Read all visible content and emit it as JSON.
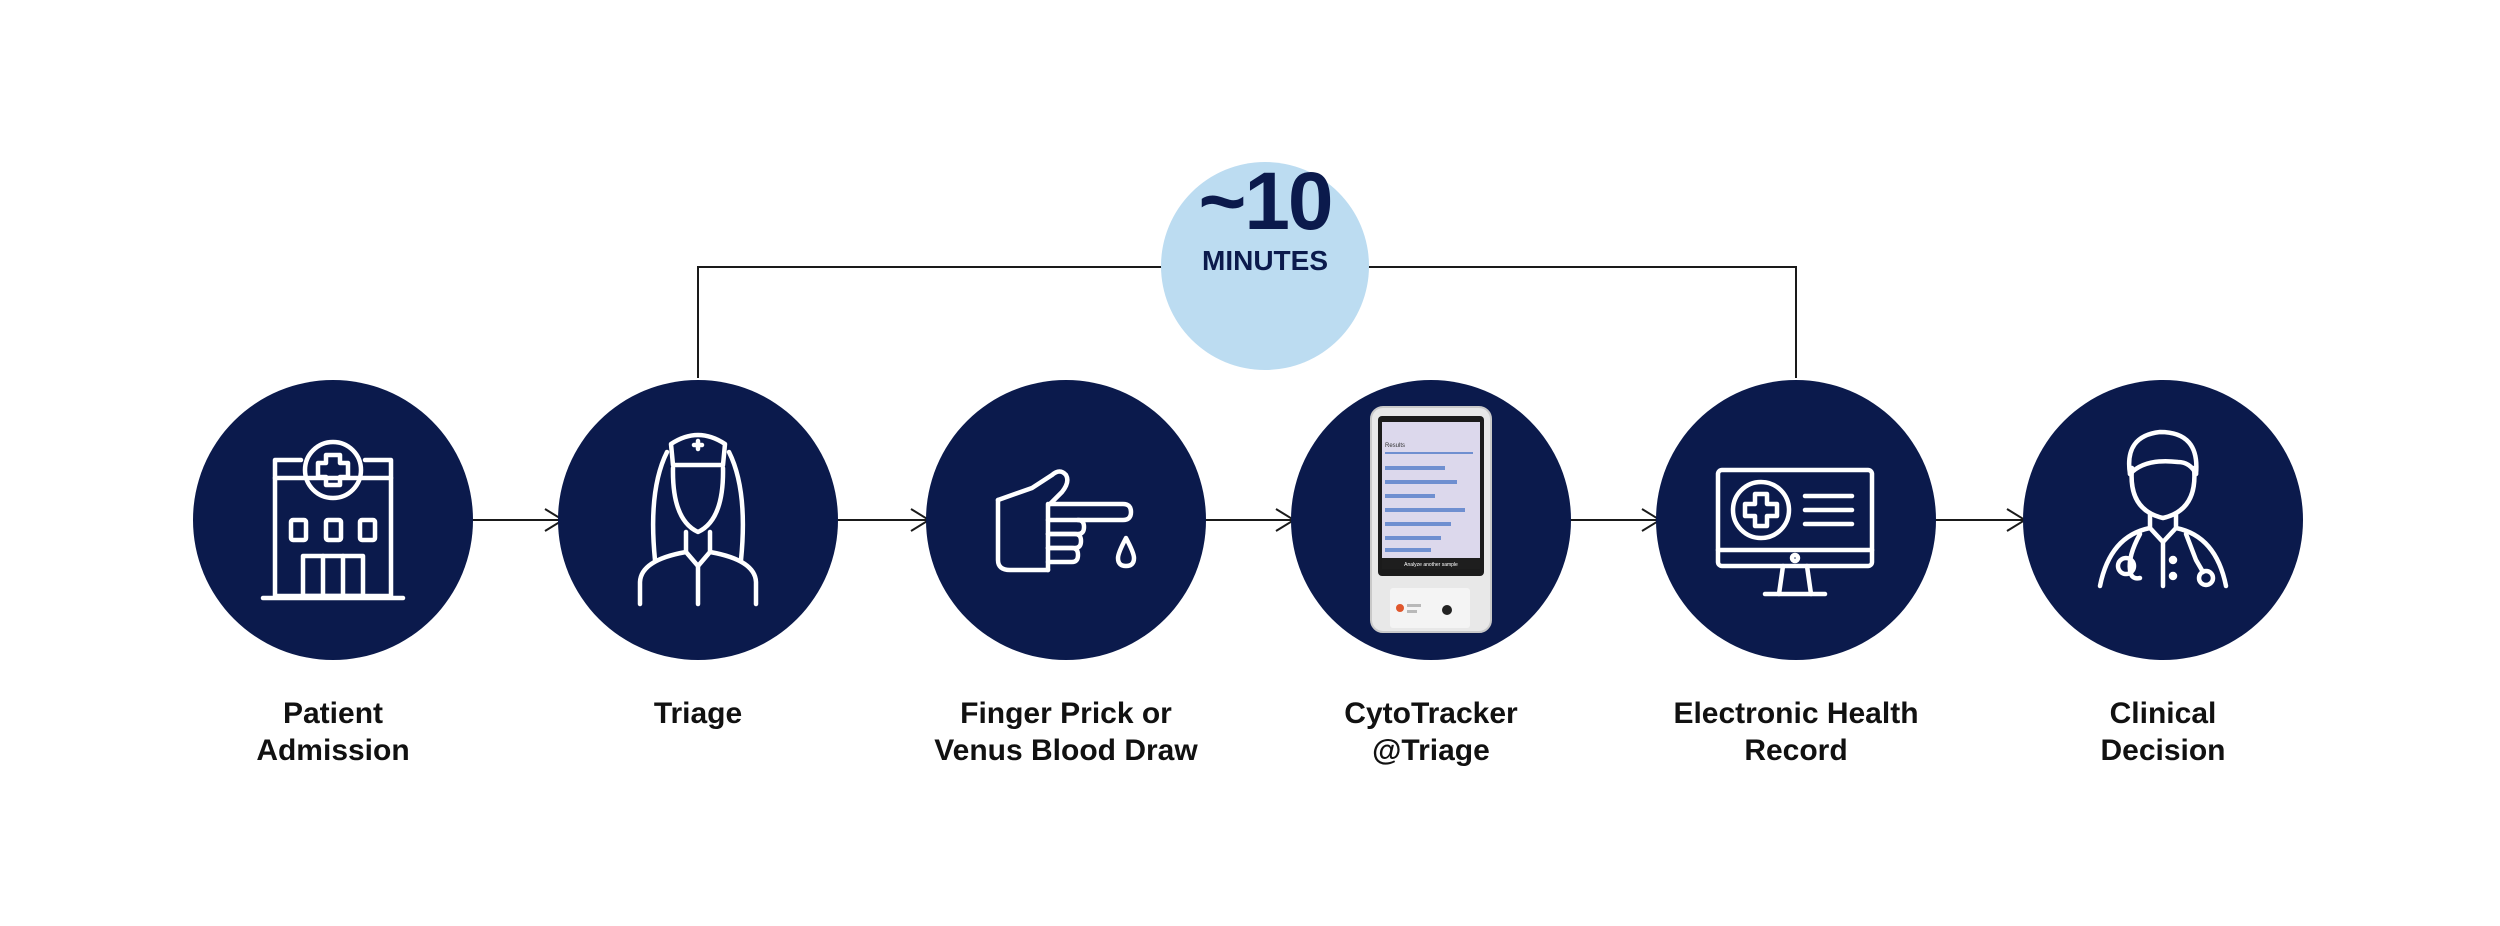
{
  "colors": {
    "node_fill": "#0b1a4c",
    "timer_fill": "#bcdcf1",
    "timer_text": "#0b1a4c",
    "connector": "#1a1a1a",
    "label_text": "#111111"
  },
  "timer": {
    "value": "~10",
    "unit": "MINUTES"
  },
  "steps": [
    {
      "icon": "hospital-icon",
      "label_lines": [
        "Patient",
        "Admission"
      ]
    },
    {
      "icon": "nurse-icon",
      "label_lines": [
        "Triage"
      ]
    },
    {
      "icon": "finger-prick-icon",
      "label_lines": [
        "Finger Prick or",
        "Venus Blood Draw"
      ]
    },
    {
      "icon": "cytotracker-device-icon",
      "label_lines": [
        "CytoTracker",
        "@Triage"
      ]
    },
    {
      "icon": "health-record-monitor-icon",
      "label_lines": [
        "Electronic Health",
        "Record"
      ]
    },
    {
      "icon": "doctor-icon",
      "label_lines": [
        "Clinical",
        "Decision"
      ]
    }
  ],
  "device_screen": {
    "header": "Results",
    "footer": "Analyze another sample"
  }
}
